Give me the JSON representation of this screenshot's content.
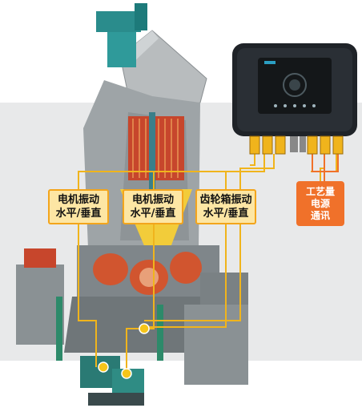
{
  "labels": {
    "motor_vib_1": {
      "line1": "电机振动",
      "line2": "水平/垂直"
    },
    "motor_vib_2": {
      "line1": "电机振动",
      "line2": "水平/垂直"
    },
    "gearbox_vib": {
      "line1": "齿轮箱振动",
      "line2": "水平/垂直"
    }
  },
  "side_box": {
    "line1": "工艺量",
    "line2": "电源",
    "line3": "通讯"
  },
  "colors": {
    "accent": "#f3a51c",
    "label_fill": "#fde6a4",
    "side_box": "#f0712a",
    "device_body": "#1f2328",
    "teal": "#1d8a8a"
  }
}
